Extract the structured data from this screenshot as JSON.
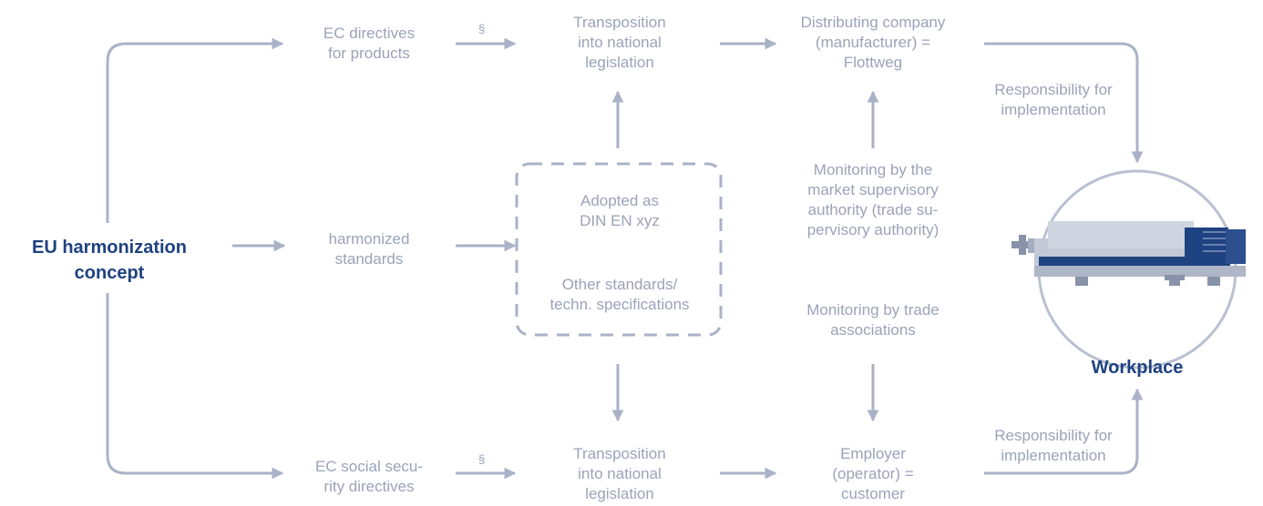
{
  "colors": {
    "line": "#aab2c7",
    "text": "#9aa3b8",
    "title": "#1f4280",
    "dashed_box": "#aab2c7"
  },
  "main_concept": "EU harmonization\nconcept",
  "inputs": {
    "ec_product_directives": "EC directives\nfor products",
    "harmonized_standards": "harmonized\nstandards",
    "ec_social_directives": "EC social secu-\nrity directives"
  },
  "paragraph_sign": "§",
  "transposition_top": "Transposition\ninto national\nlegislation",
  "transposition_bottom": "Transposition\ninto national\nlegislation",
  "standards_box": {
    "adopted": "Adopted as\nDIN EN xyz",
    "other": "Other standards/\ntechn. specifications"
  },
  "distributing_company": "Distributing company\n(manufacturer) =\nFlottweg",
  "market_monitoring": "Monitoring by the\nmarket supervisory\nauthority (trade su-\npervisory authority)",
  "trade_monitoring": "Monitoring by trade\nassociations",
  "employer": "Employer\n(operator) =\ncustomer",
  "responsibility_top": "Responsibility for\nimplementation",
  "responsibility_bottom": "Responsibility for\nimplementation",
  "workplace_label": "Workplace",
  "icons": {
    "workplace": "decanter-centrifuge-icon"
  }
}
